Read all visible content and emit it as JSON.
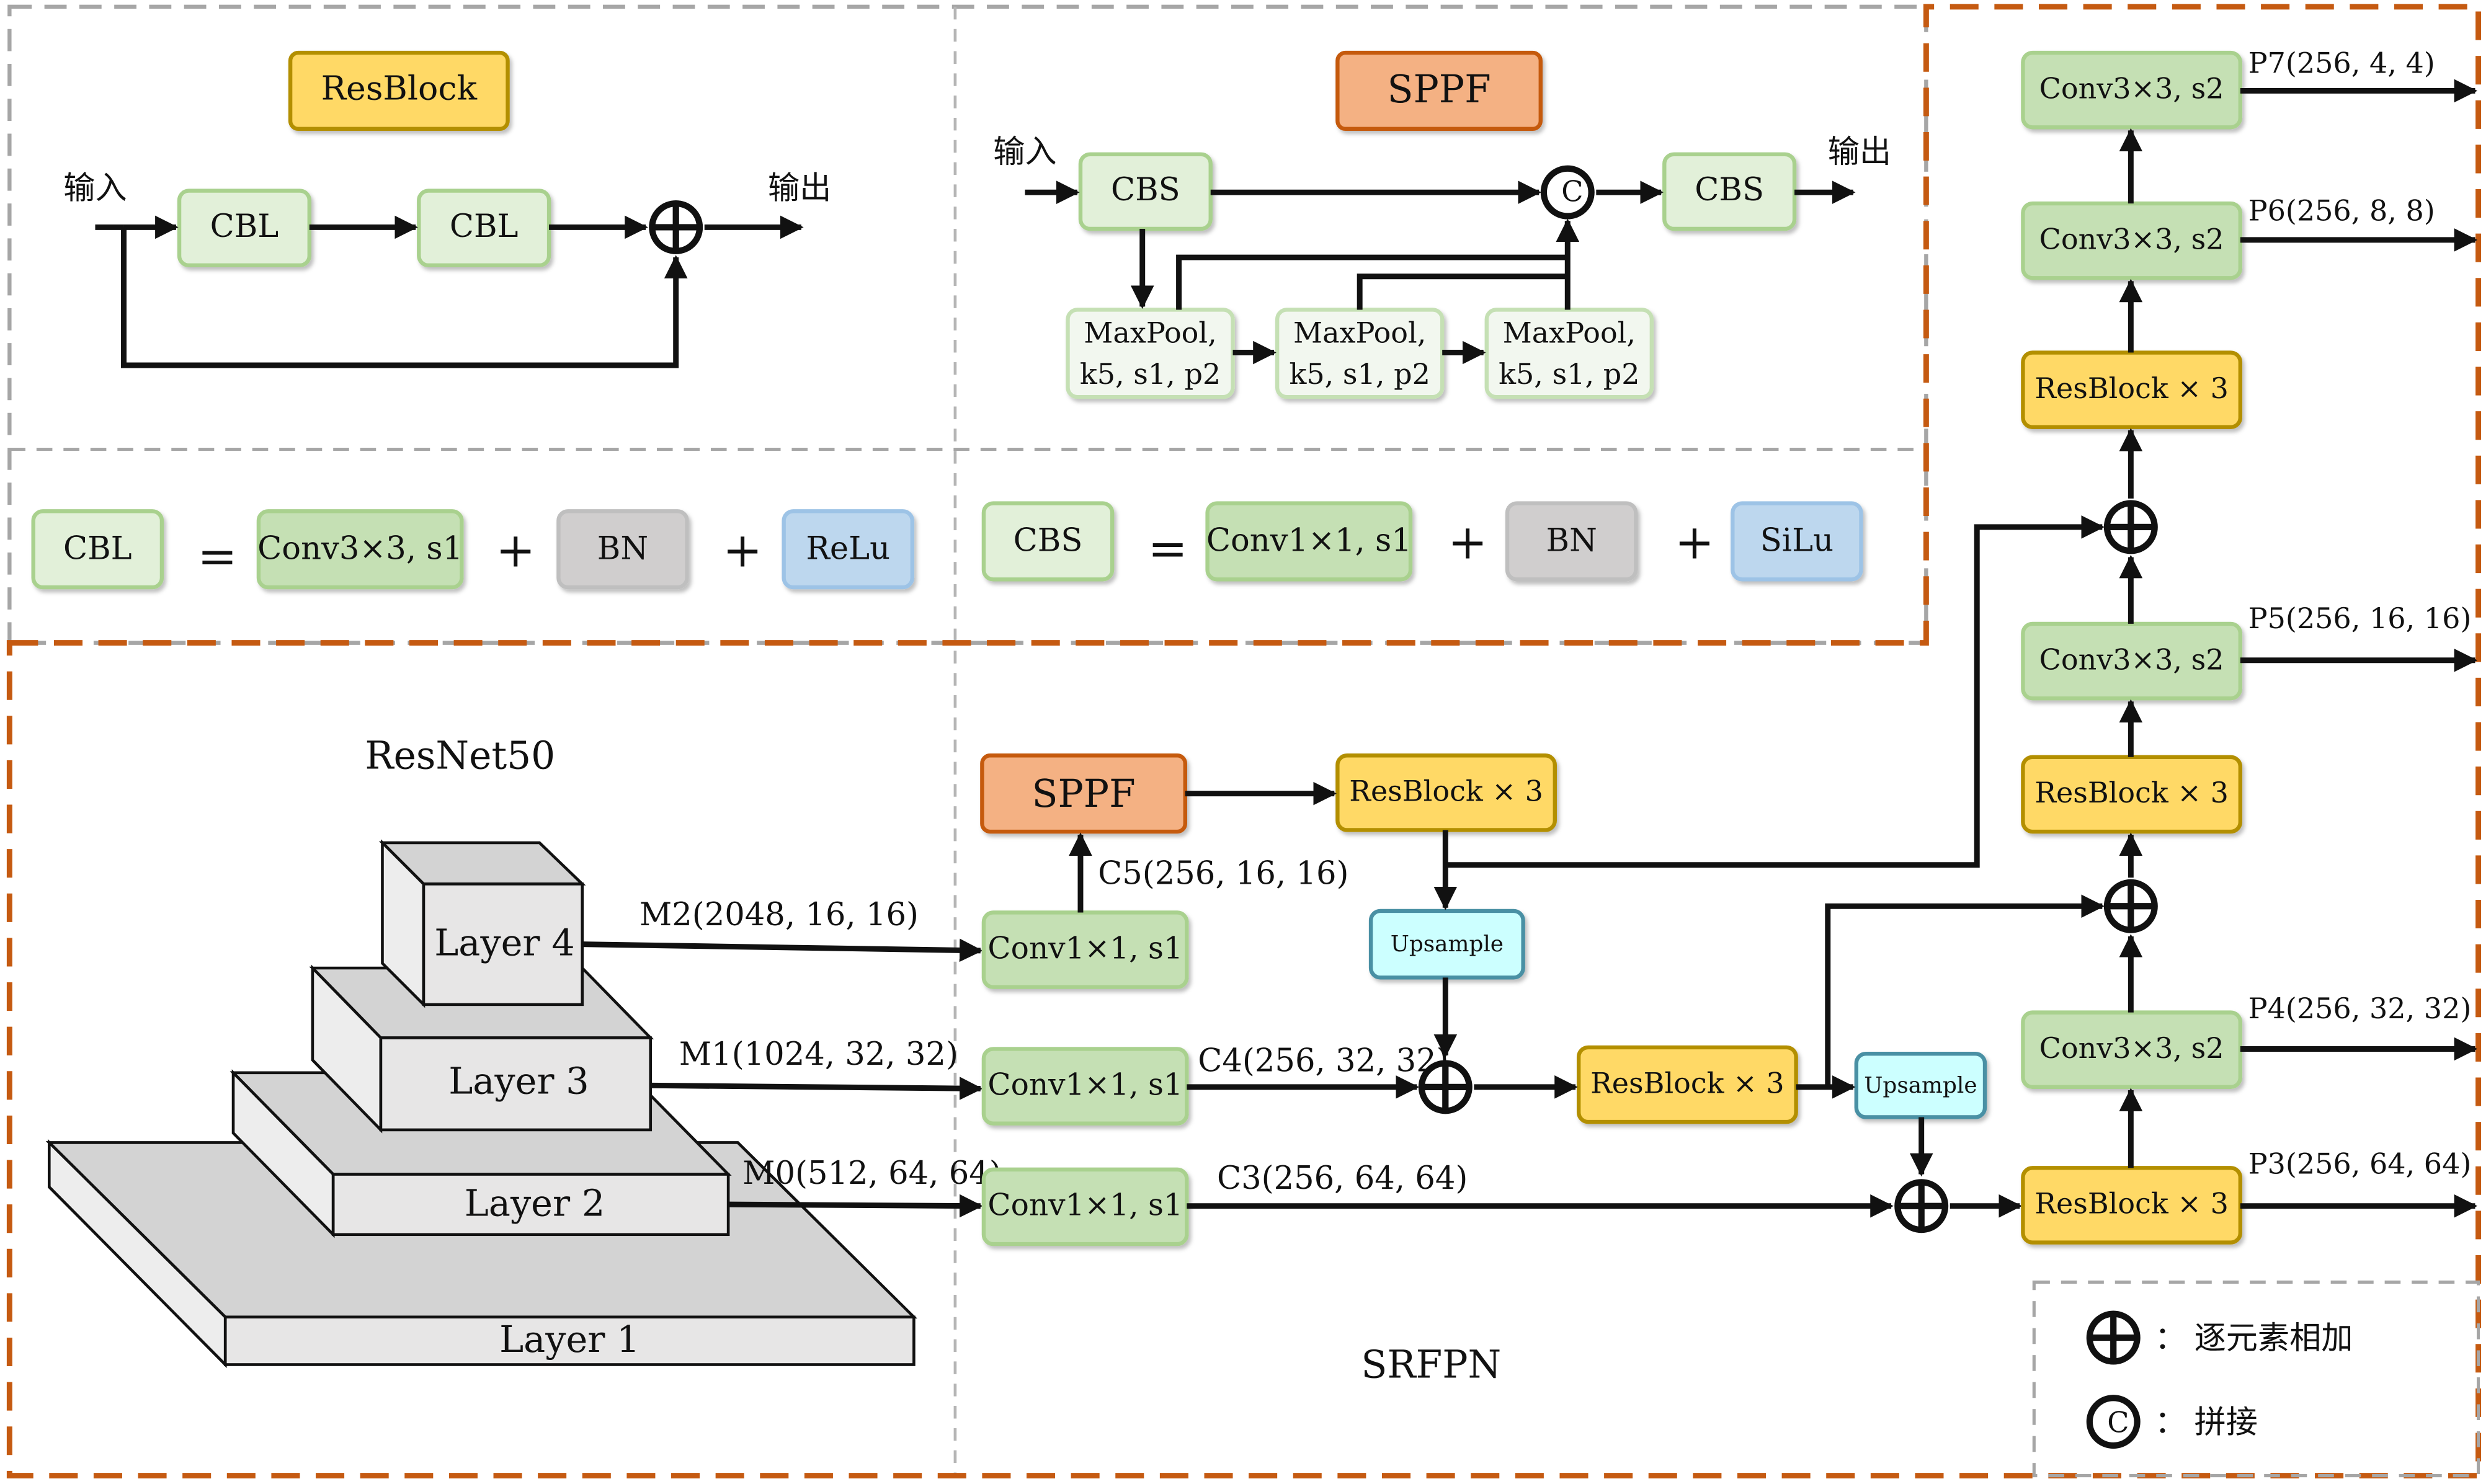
{
  "colors": {
    "green_light": "#e2f0d9",
    "green_mid": "#c5e0b4",
    "yellow": "#ffd966",
    "orange": "#f4b183",
    "grey": "#d0cece",
    "blue": "#bdd7ee",
    "cyan": "#ccffff",
    "layer_fill": "#e7e6e6",
    "layer_side": "#d3d3d3",
    "border_orange": "#c55a11",
    "border_grey": "#a6a6a6"
  },
  "resblock_panel": {
    "title": "ResBlock",
    "input_label": "输入",
    "output_label": "输出",
    "cbl1": "CBL",
    "cbl2": "CBL"
  },
  "sppf_panel": {
    "title": "SPPF",
    "input_label": "输入",
    "output_label": "输出",
    "cbs_in": "CBS",
    "cbs_out": "CBS",
    "concat": "C",
    "maxpool1": [
      "MaxPool,",
      "k5, s1, p2"
    ],
    "maxpool2": [
      "MaxPool,",
      "k5, s1, p2"
    ],
    "maxpool3": [
      "MaxPool,",
      "k5, s1, p2"
    ]
  },
  "definitions": {
    "cbl": {
      "lhs": "CBL",
      "eq": "=",
      "conv": "Conv3×3, s1",
      "plus1": "+",
      "bn": "BN",
      "plus2": "+",
      "act": "ReLu"
    },
    "cbs": {
      "lhs": "CBS",
      "eq": "=",
      "conv": "Conv1×1, s1",
      "plus1": "+",
      "bn": "BN",
      "plus2": "+",
      "act": "SiLu"
    }
  },
  "backbone": {
    "title": "ResNet50",
    "layers": [
      "Layer 1",
      "Layer 2",
      "Layer 3",
      "Layer 4"
    ],
    "m0": "M0(512, 64, 64)",
    "m1": "M1(1024, 32, 32)",
    "m2": "M2(2048, 16, 16)"
  },
  "neck": {
    "title": "SRFPN",
    "conv_m2": "Conv1×1, s1",
    "conv_m1": "Conv1×1, s1",
    "conv_m0": "Conv1×1, s1",
    "sppf": "SPPF",
    "c5": "C5(256, 16, 16)",
    "c4": "C4(256, 32, 32)",
    "c3": "C3(256, 64, 64)",
    "resblock_top": "ResBlock × 3",
    "upsample1": "Upsample",
    "resblock_mid": "ResBlock × 3",
    "upsample2": "Upsample"
  },
  "head": {
    "resblock_p3": "ResBlock × 3",
    "conv_p4": "Conv3×3, s2",
    "resblock_p5": "ResBlock × 3",
    "conv_p5": "Conv3×3, s2",
    "resblock_p6": "ResBlock × 3",
    "conv_p6": "Conv3×3, s2",
    "conv_p7": "Conv3×3, s2",
    "p3": "P3(256, 64, 64)",
    "p4": "P4(256, 32, 32)",
    "p5": "P5(256, 16, 16)",
    "p6": "P6(256, 8, 8)",
    "p7": "P7(256, 4, 4)"
  },
  "legend": {
    "add_colon": "：",
    "add_label": "逐元素相加",
    "concat_symbol": "C",
    "concat_colon": "：",
    "concat_label": "拼接"
  }
}
